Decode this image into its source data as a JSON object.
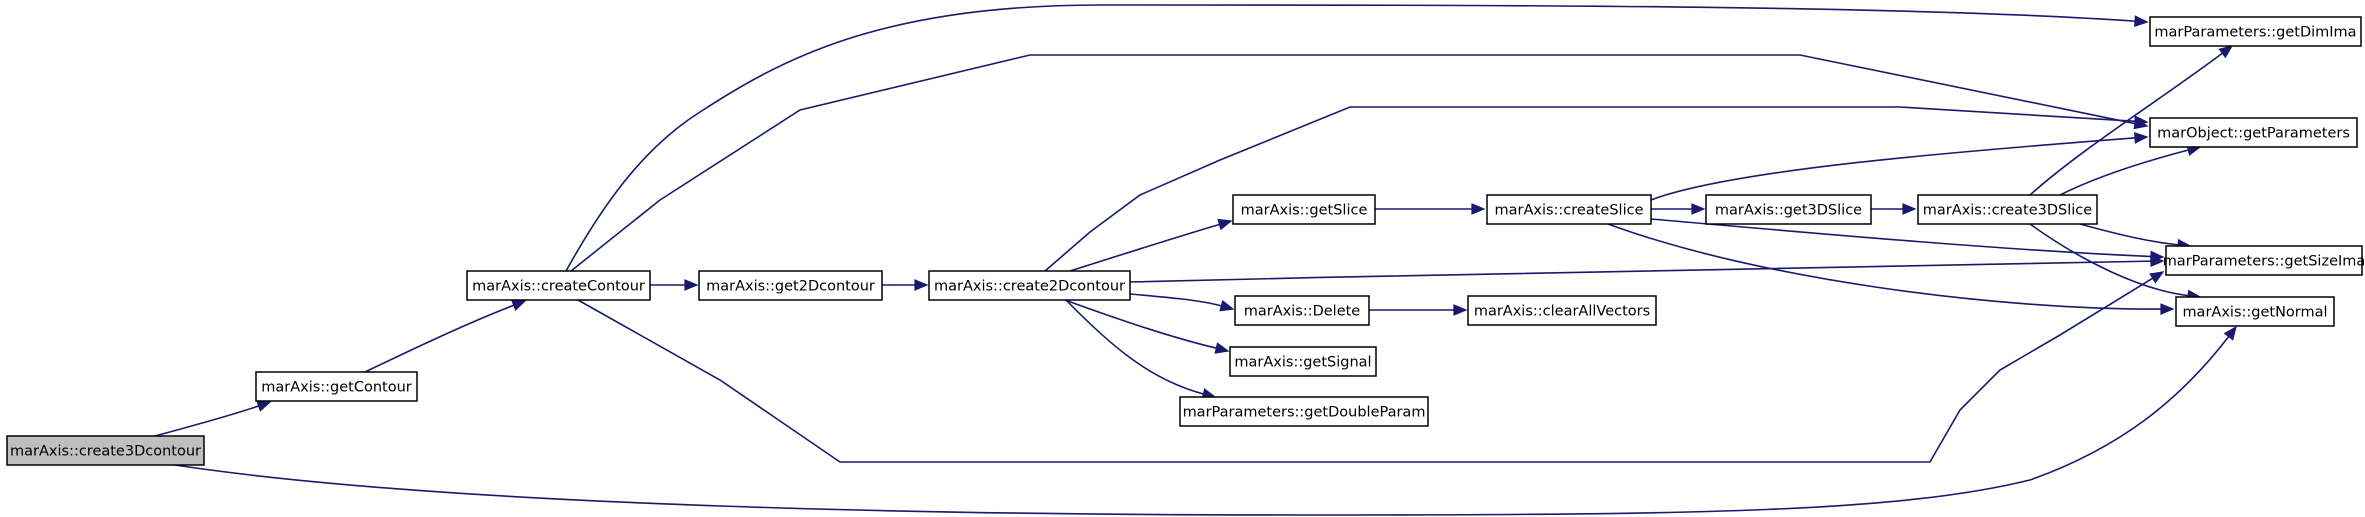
{
  "graph": {
    "colors": {
      "edge": "#191970",
      "node_fill": "#ffffff",
      "root_fill": "#bfbfbf",
      "border": "#000000"
    },
    "nodes": {
      "create3Dcontour": {
        "label": "marAxis::create3Dcontour",
        "root": true
      },
      "getContour": {
        "label": "marAxis::getContour"
      },
      "createContour": {
        "label": "marAxis::createContour"
      },
      "get2Dcontour": {
        "label": "marAxis::get2Dcontour"
      },
      "create2Dcontour": {
        "label": "marAxis::create2Dcontour"
      },
      "getSlice": {
        "label": "marAxis::getSlice"
      },
      "Delete": {
        "label": "marAxis::Delete"
      },
      "getSignal": {
        "label": "marAxis::getSignal"
      },
      "getDoubleParam": {
        "label": "marParameters::getDoubleParam"
      },
      "createSlice": {
        "label": "marAxis::createSlice"
      },
      "clearAllVectors": {
        "label": "marAxis::clearAllVectors"
      },
      "get3DSlice": {
        "label": "marAxis::get3DSlice"
      },
      "create3DSlice": {
        "label": "marAxis::create3DSlice"
      },
      "getDimIma": {
        "label": "marParameters::getDimIma"
      },
      "getParameters": {
        "label": "marObject::getParameters"
      },
      "getSizeIma": {
        "label": "marParameters::getSizeIma"
      },
      "getNormal": {
        "label": "marAxis::getNormal"
      }
    },
    "edges": [
      [
        "create3Dcontour",
        "getContour"
      ],
      [
        "create3Dcontour",
        "getNormal"
      ],
      [
        "getContour",
        "createContour"
      ],
      [
        "createContour",
        "get2Dcontour"
      ],
      [
        "createContour",
        "getDimIma"
      ],
      [
        "createContour",
        "getParameters"
      ],
      [
        "createContour",
        "getSizeIma"
      ],
      [
        "get2Dcontour",
        "create2Dcontour"
      ],
      [
        "create2Dcontour",
        "getSlice"
      ],
      [
        "create2Dcontour",
        "getParameters"
      ],
      [
        "create2Dcontour",
        "getSizeIma"
      ],
      [
        "create2Dcontour",
        "Delete"
      ],
      [
        "create2Dcontour",
        "getSignal"
      ],
      [
        "create2Dcontour",
        "getDoubleParam"
      ],
      [
        "getSlice",
        "createSlice"
      ],
      [
        "Delete",
        "clearAllVectors"
      ],
      [
        "createSlice",
        "get3DSlice"
      ],
      [
        "createSlice",
        "getParameters"
      ],
      [
        "createSlice",
        "getSizeIma"
      ],
      [
        "createSlice",
        "getNormal"
      ],
      [
        "get3DSlice",
        "create3DSlice"
      ],
      [
        "create3DSlice",
        "getDimIma"
      ],
      [
        "create3DSlice",
        "getParameters"
      ],
      [
        "create3DSlice",
        "getSizeIma"
      ],
      [
        "create3DSlice",
        "getNormal"
      ]
    ]
  }
}
